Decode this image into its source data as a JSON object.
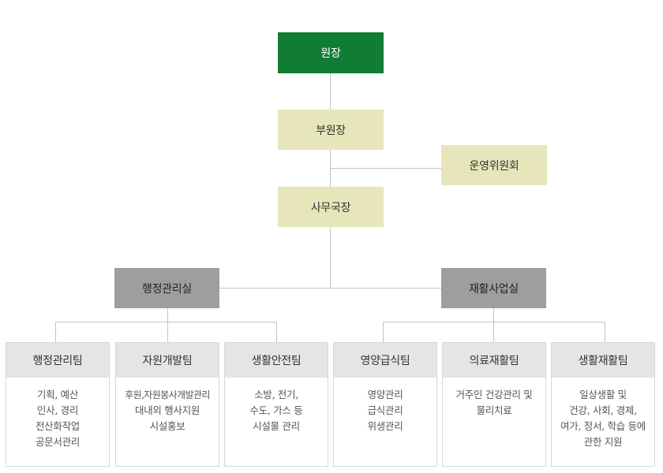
{
  "director": {
    "label": "원장"
  },
  "vice_director": {
    "label": "부원장"
  },
  "committee": {
    "label": "운영위원회"
  },
  "secretary_general": {
    "label": "사무국장"
  },
  "offices": [
    {
      "label": "행정관리실"
    },
    {
      "label": "재활사업실"
    }
  ],
  "teams": [
    {
      "label": "행정관리팀",
      "duties": [
        "기획, 예산",
        "인사, 경리",
        "전산화작업",
        "공문서관리"
      ]
    },
    {
      "label": "자원개발팀",
      "duties": [
        "후원,자원봉사개발관리",
        "대내외 행사지원",
        "시설홍보"
      ]
    },
    {
      "label": "생활안전팀",
      "duties": [
        "소방, 전기,",
        "수도, 가스 등",
        "시설물 관리"
      ]
    },
    {
      "label": "영양급식팀",
      "duties": [
        "영양관리",
        "급식관리",
        "위생관리"
      ]
    },
    {
      "label": "의료재활팀",
      "duties": [
        "거주인 건강관리 및",
        "물리치료"
      ]
    },
    {
      "label": "생활재활팀",
      "duties": [
        "일상생활 및",
        "건강, 사회, 경제,",
        "여가, 정서, 학습 등에",
        "관한 지원"
      ]
    }
  ],
  "colors": {
    "director_bg": "#117c33",
    "executive_bg": "#e6e6ba",
    "office_bg": "#9e9e9e",
    "team_header_bg": "#e5e5e5",
    "connector": "#c4c4c4"
  }
}
